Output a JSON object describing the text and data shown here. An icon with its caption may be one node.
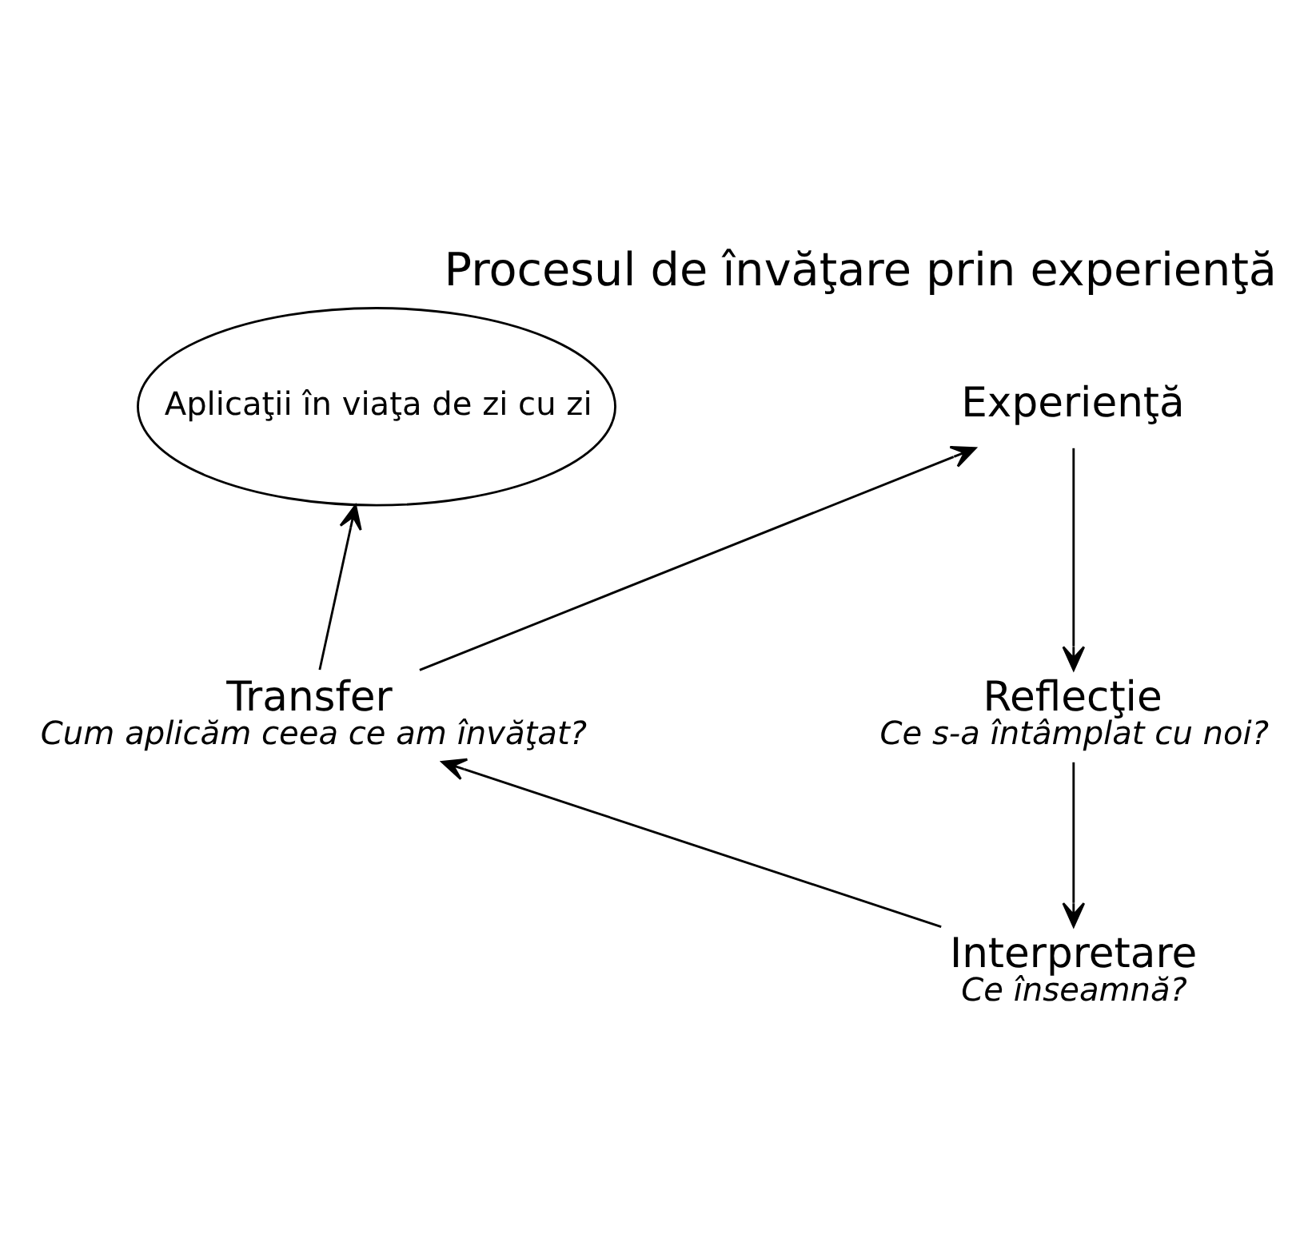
{
  "diagram": {
    "title": "Procesul de învăţare prin experienţă",
    "nodes": [
      {
        "text": [
          "Aplicaţii în viaţa de zi cu zi"
        ]
      },
      {
        "text": [
          "Experienţă"
        ]
      },
      {
        "text": [
          "Reflecţie",
          "Ce s-a întâmplat cu noi?"
        ]
      },
      {
        "text": [
          "Interpretare",
          "Ce înseamnă?"
        ]
      },
      {
        "text": [
          "Transfer",
          "Cum aplicăm ceea ce am învăţat?"
        ]
      }
    ],
    "edges": [
      {
        "from": 1,
        "to": 2,
        "arrow": "to"
      },
      {
        "from": 2,
        "to": 3,
        "arrow": "to"
      },
      {
        "from": 3,
        "to": 4,
        "arrow": "to"
      },
      {
        "from": 4,
        "to": 1,
        "arrow": "to"
      },
      {
        "from": 4,
        "to": 0,
        "arrow": "to"
      }
    ]
  }
}
